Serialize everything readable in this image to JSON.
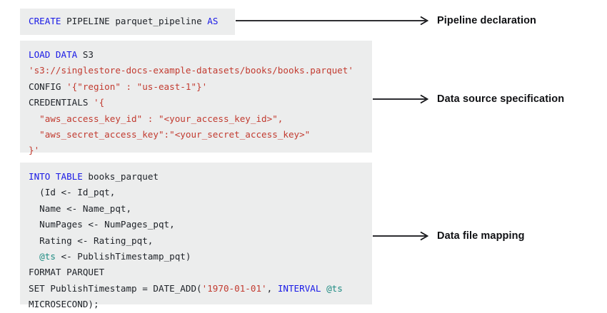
{
  "colors": {
    "code_background": "#eceded",
    "keyword": "#1a1ae6",
    "string": "#c23b30",
    "variable": "#1d8b82",
    "plain": "#20242a",
    "arrow": "#101114",
    "page_background": "#ffffff"
  },
  "blocks": {
    "declaration": {
      "lines": [
        [
          {
            "t": "CREATE",
            "c": "kw"
          },
          {
            "t": " ",
            "c": "pl"
          },
          {
            "t": "PIPELINE parquet_pipeline",
            "c": "pl"
          },
          {
            "t": " ",
            "c": "pl"
          },
          {
            "t": "AS",
            "c": "kw"
          }
        ]
      ]
    },
    "source": {
      "lines": [
        [
          {
            "t": "LOAD DATA",
            "c": "kw"
          },
          {
            "t": " S3",
            "c": "pl"
          }
        ],
        [
          {
            "t": "'s3://singlestore-docs-example-datasets/books/books.parquet'",
            "c": "str"
          }
        ],
        [
          {
            "t": "CONFIG ",
            "c": "pl"
          },
          {
            "t": "'{\"region\" : \"us-east-1\"}'",
            "c": "str"
          }
        ],
        [
          {
            "t": "CREDENTIALS ",
            "c": "pl"
          },
          {
            "t": "'{",
            "c": "str"
          }
        ],
        [
          {
            "t": "  \"aws_access_key_id\" : \"<your_access_key_id>\",",
            "c": "str"
          }
        ],
        [
          {
            "t": "  \"aws_secret_access_key\":\"<your_secret_access_key>\"",
            "c": "str"
          }
        ],
        [
          {
            "t": "}'",
            "c": "str"
          }
        ]
      ]
    },
    "mapping": {
      "lines": [
        [
          {
            "t": "INTO TABLE",
            "c": "kw"
          },
          {
            "t": " books_parquet",
            "c": "pl"
          }
        ],
        [
          {
            "t": "  (Id <- Id_pqt,",
            "c": "pl"
          }
        ],
        [
          {
            "t": "  Name <- Name_pqt,",
            "c": "pl"
          }
        ],
        [
          {
            "t": "  NumPages <- NumPages_pqt,",
            "c": "pl"
          }
        ],
        [
          {
            "t": "  Rating <- Rating_pqt,",
            "c": "pl"
          }
        ],
        [
          {
            "t": "  ",
            "c": "pl"
          },
          {
            "t": "@ts",
            "c": "var"
          },
          {
            "t": " <- PublishTimestamp_pqt)",
            "c": "pl"
          }
        ],
        [
          {
            "t": "FORMAT PARQUET",
            "c": "pl"
          }
        ],
        [
          {
            "t": "SET PublishTimestamp = DATE_ADD(",
            "c": "pl"
          },
          {
            "t": "'1970-01-01'",
            "c": "str"
          },
          {
            "t": ", ",
            "c": "pl"
          },
          {
            "t": "INTERVAL",
            "c": "kw"
          },
          {
            "t": " ",
            "c": "pl"
          },
          {
            "t": "@ts",
            "c": "var"
          }
        ],
        [
          {
            "t": "MICROSECOND);",
            "c": "pl"
          }
        ]
      ]
    }
  },
  "annotations": [
    {
      "label": "Pipeline declaration",
      "arrow_length": 274
    },
    {
      "label": "Data source specification",
      "arrow_length": 82
    },
    {
      "label": "Data file mapping",
      "arrow_length": 82
    }
  ]
}
